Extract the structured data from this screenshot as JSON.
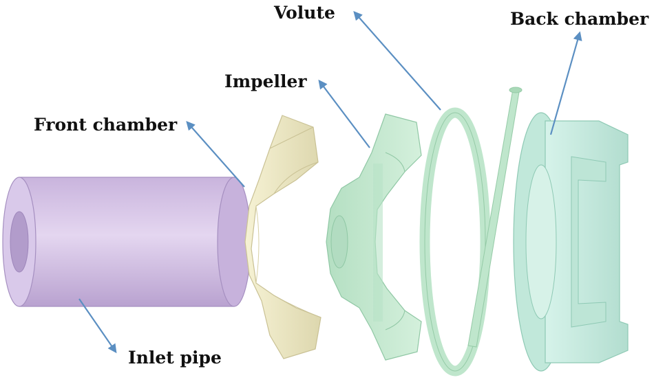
{
  "labels": {
    "volute": "Volute",
    "back_chamber": "Back chamber",
    "impeller": "Impeller",
    "front_chamber": "Front chamber",
    "inlet_pipe": "Inlet pipe"
  },
  "colors": {
    "inlet_pipe": "#d8c6e8",
    "front_chamber": "#eeeac6",
    "impeller": "#c6ead2",
    "volute": "#cdeedb",
    "back_chamber": "#c8ece0",
    "arrow": "#5b8fc2",
    "text": "#111111"
  }
}
